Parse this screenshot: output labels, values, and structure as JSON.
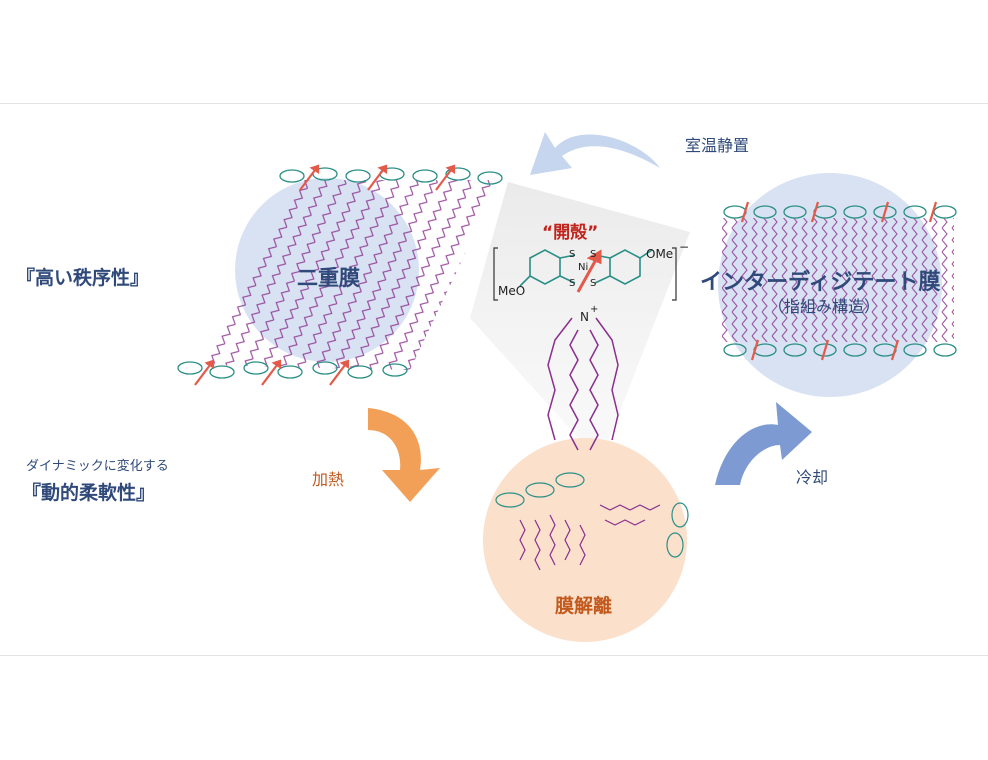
{
  "labels": {
    "high_order": "『高い秩序性』",
    "dynamic_small": "ダイナミックに変化する",
    "dynamic_flex": "『動的柔軟性』",
    "bilayer": "二重膜",
    "interdigitated": "インターディジテート膜",
    "finger_structure": "（指組み構造）",
    "membrane_dissociation": "膜解離",
    "open_shell": "“開殻”",
    "heating": "加熱",
    "cooling": "冷却",
    "room_temp_standing": "室温静置"
  },
  "molecule": {
    "sulfur": "S",
    "nickel": "Ni",
    "ome_right": "OMe",
    "ome_left": "MeO",
    "ammonium": "N",
    "plus": "+",
    "minus": "−"
  },
  "colors": {
    "navy_text": "#2f4a7a",
    "orange_text": "#c25a1e",
    "red_text": "#c0231b",
    "blue_circle": "#d9e2f2",
    "peach_circle": "#fbe0cc",
    "lipid_tail": "#8a2f8e",
    "headgroup": "#2a8f86",
    "spin_arrow": "#e35a4a",
    "blue_arrow": "#7d9ad3",
    "light_blue_arrow": "#c6d6ee",
    "orange_arrow": "#f2a057"
  }
}
